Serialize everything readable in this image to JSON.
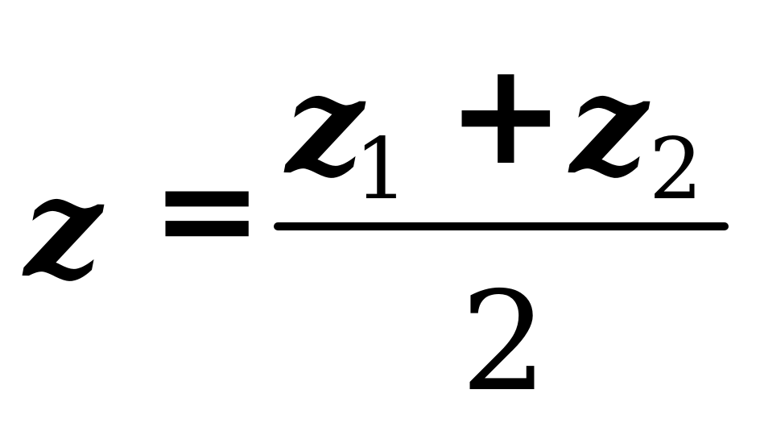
{
  "formula": {
    "lhs": "z",
    "equals": "=",
    "numerator": {
      "term1": {
        "var": "z",
        "sub": "1"
      },
      "operator": "+",
      "term2": {
        "var": "z",
        "sub": "2"
      }
    },
    "denominator": "2"
  }
}
